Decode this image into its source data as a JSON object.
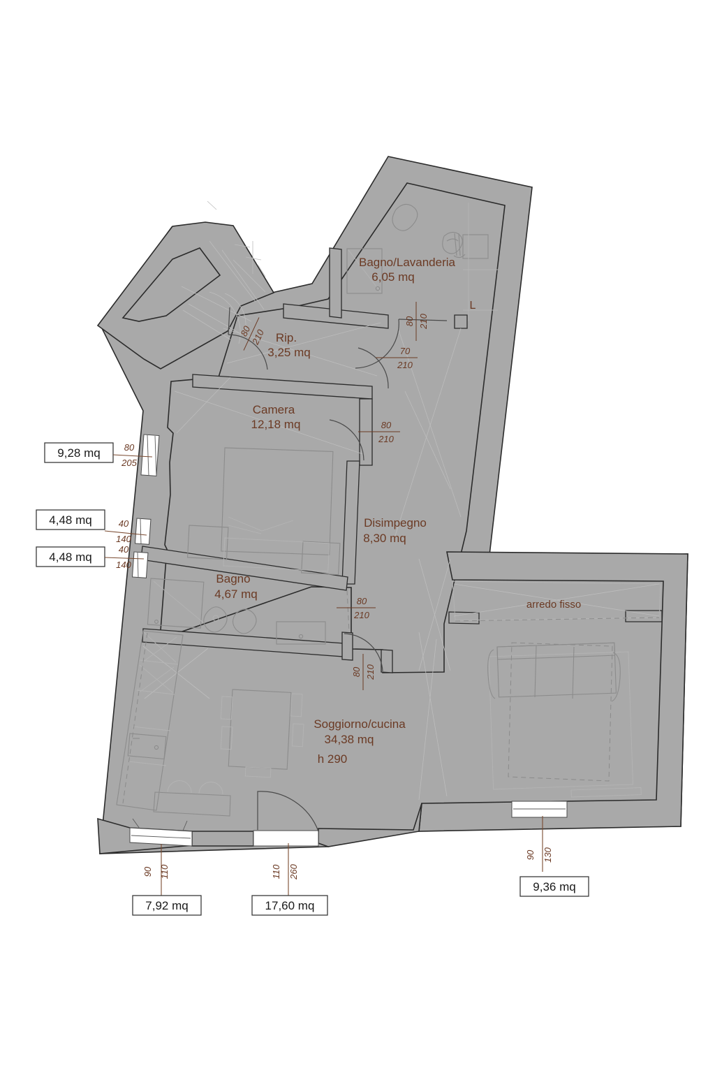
{
  "document": {
    "type": "floor-plan",
    "language": "it",
    "unit_suffix": "mq"
  },
  "rooms": [
    {
      "id": "bagno_lavanderia",
      "name": "Bagno/Lavanderia",
      "area": "6,05 mq"
    },
    {
      "id": "rip",
      "name": "Rip.",
      "area": "3,25 mq"
    },
    {
      "id": "camera",
      "name": "Camera",
      "area": "12,18 mq"
    },
    {
      "id": "disimpegno",
      "name": "Disimpegno",
      "area": "8,30 mq"
    },
    {
      "id": "bagno",
      "name": "Bagno",
      "area": "4,67 mq"
    },
    {
      "id": "soggiorno_cucina",
      "name": "Soggiorno/cucina",
      "area": "34,38 mq",
      "height": "h 290"
    }
  ],
  "annotations": {
    "fixed_furniture": "arredo fisso",
    "laundry_marker": "L"
  },
  "door_dimensions": [
    {
      "id": "rip_entry",
      "width": "80",
      "height": "210"
    },
    {
      "id": "bagno_lav_entry",
      "width": "80",
      "height": "210"
    },
    {
      "id": "rip_to_disimpegno",
      "width": "70",
      "height": "210"
    },
    {
      "id": "camera_entry",
      "width": "80",
      "height": "210"
    },
    {
      "id": "bagno_entry",
      "width": "80",
      "height": "210"
    },
    {
      "id": "soggiorno_entry",
      "width": "80",
      "height": "210"
    }
  ],
  "window_dimensions": [
    {
      "id": "camera_window",
      "width": "80",
      "height": "205"
    },
    {
      "id": "camera_window_2",
      "width": "40",
      "height": "140"
    },
    {
      "id": "bagno_window",
      "width": "40",
      "height": "140"
    },
    {
      "id": "cucina_window",
      "width": "90",
      "height": "110"
    },
    {
      "id": "entrance_door",
      "width": "110",
      "height": "260"
    },
    {
      "id": "living_window",
      "width": "90",
      "height": "130"
    }
  ],
  "area_boxes": [
    {
      "id": "box_9_28",
      "value": "9,28 mq"
    },
    {
      "id": "box_4_48a",
      "value": "4,48 mq"
    },
    {
      "id": "box_4_48b",
      "value": "4,48 mq"
    },
    {
      "id": "box_7_92",
      "value": "7,92 mq"
    },
    {
      "id": "box_17_60",
      "value": "17,60 mq"
    },
    {
      "id": "box_9_36",
      "value": "9,36 mq"
    }
  ],
  "colors": {
    "wall_fill": "#a9a9a9",
    "wall_stroke": "#2b2b2b",
    "label_text": "#6b3a24",
    "box_text": "#1a1a1a",
    "furniture_stroke": "#8c8c8c",
    "background": "#ffffff"
  }
}
